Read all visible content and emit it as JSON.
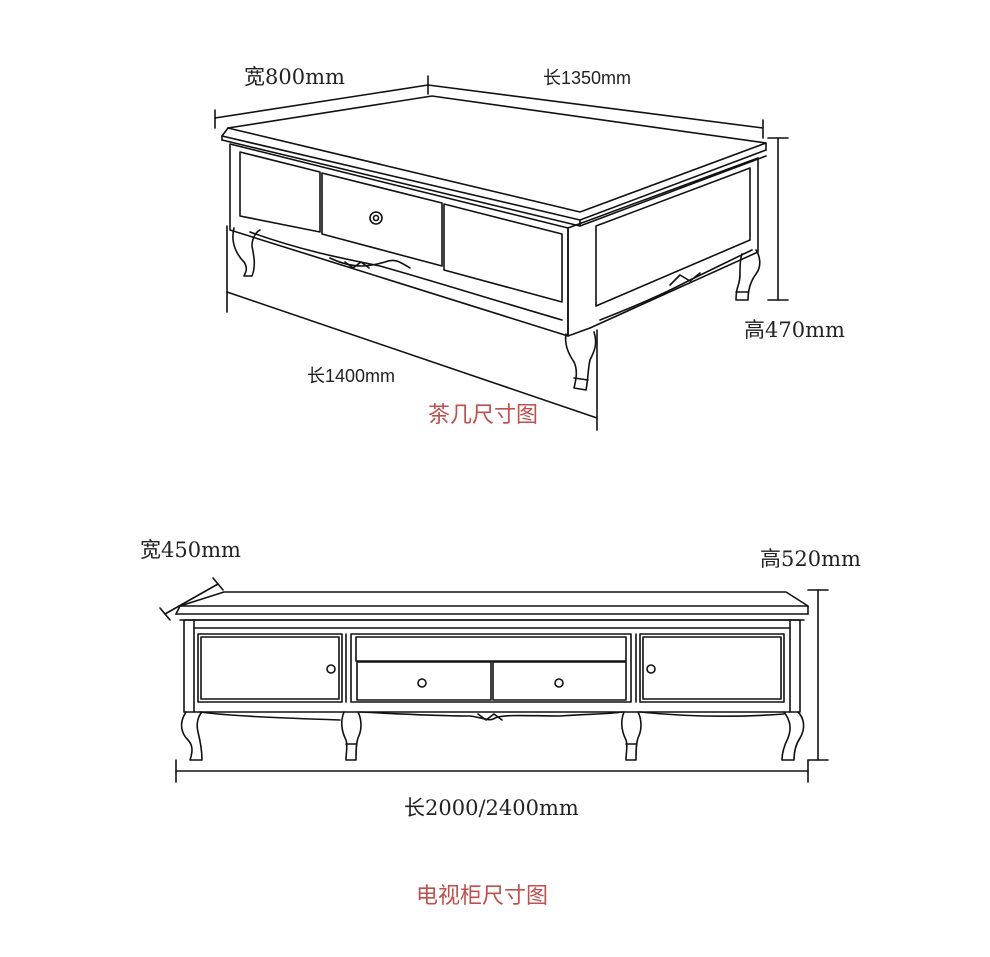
{
  "coffee_table": {
    "width_label": "宽800mm",
    "length_top_label": "长1350mm",
    "length_front_label": "长1400mm",
    "height_label": "高470mm",
    "caption": "茶几尺寸图"
  },
  "tv_cabinet": {
    "width_label": "宽450mm",
    "height_label": "高520mm",
    "length_label": "长2000/2400mm",
    "caption": "电视柜尺寸图"
  },
  "colors": {
    "caption": "#c0504d",
    "line": "#111111"
  }
}
